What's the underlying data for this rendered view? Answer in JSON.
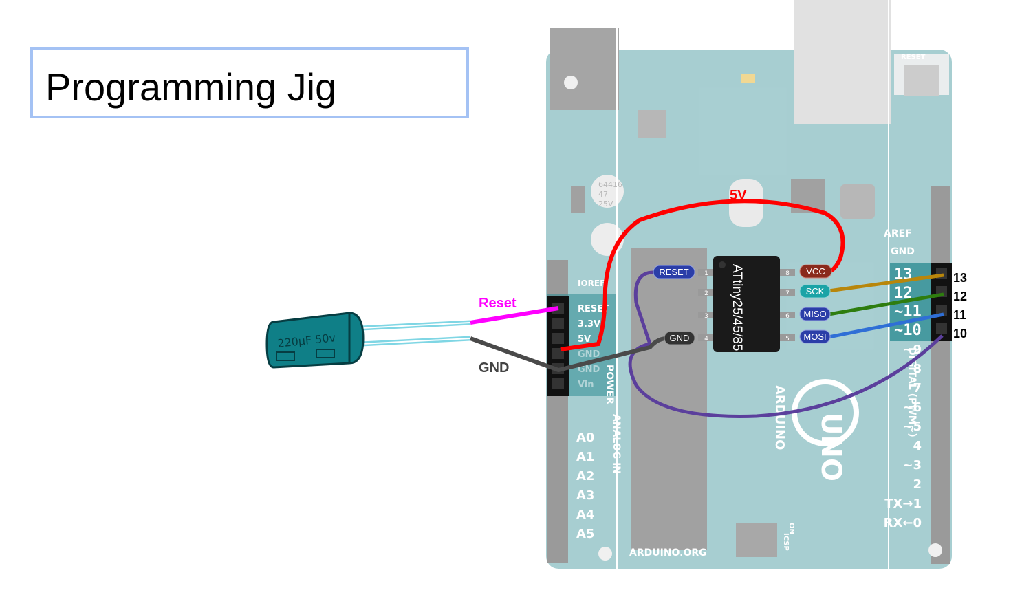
{
  "title": "Programming Jig",
  "wire_labels": {
    "five_v": "5V",
    "reset": "Reset",
    "gnd": "GND"
  },
  "capacitor": {
    "label": "220µF 50v"
  },
  "chip": {
    "name": "ATtiny25/45/85",
    "pins": {
      "reset": "RESET",
      "gnd": "GND",
      "vcc": "VCC",
      "sck": "SCK",
      "miso": "MISO",
      "mosi": "MOSI"
    },
    "pin_numbers": [
      "1",
      "2",
      "3",
      "4",
      "5",
      "6",
      "7",
      "8"
    ]
  },
  "arduino": {
    "power_header": [
      "RESET",
      "3.3V",
      "5V",
      "GND",
      "GND",
      "Vin"
    ],
    "power_label": "POWER",
    "analog_label": "ANALOG IN",
    "analog_pins": [
      "A0",
      "A1",
      "A2",
      "A3",
      "A4",
      "A5"
    ],
    "digital_header": [
      "13",
      "12",
      "~11",
      "~10"
    ],
    "digital_lower": [
      "~9",
      "8",
      "7",
      "~6",
      "~5",
      "4",
      "~3",
      "2",
      "TX→1",
      "RX←0"
    ],
    "aref": "AREF",
    "gnd": "GND",
    "ioref": "IOREF",
    "uno": "UNO",
    "arduino": "ARDUINO",
    "site": "ARDUINO.ORG",
    "reset_btn": "RESET",
    "icsp": "ICSP",
    "on": "ON",
    "digital": "DIGITAL (PWM~)",
    "caps": [
      "64416",
      "47",
      "25V"
    ]
  },
  "pin_labels": [
    "13",
    "12",
    "11",
    "10"
  ],
  "colors": {
    "five_v_wire": "#ff0000",
    "reset_wire": "#ff00ff",
    "gnd_wire": "#4a4a4a",
    "reset_loop_wire": "#5b3f9c",
    "sck_wire": "#b8860b",
    "miso_wire": "#2e7d0f",
    "mosi_wire": "#2f6fd6",
    "title_border": "#a4c2f4"
  }
}
